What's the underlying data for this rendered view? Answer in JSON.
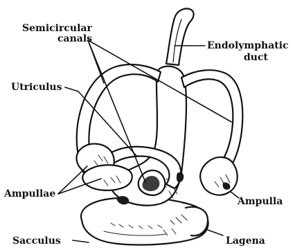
{
  "labels": {
    "semicircular_canals_line1": "Semicircular",
    "semicircular_canals_line2": "canals",
    "endolymphatic_duct_line1": "Endolymphatic",
    "endolymphatic_duct_line2": "duct",
    "utriculus": "Utriculus",
    "ampullae": "Ampullae",
    "ampulla": "Ampulla",
    "sacculus": "Sacculus",
    "lagena": "Lagena"
  }
}
